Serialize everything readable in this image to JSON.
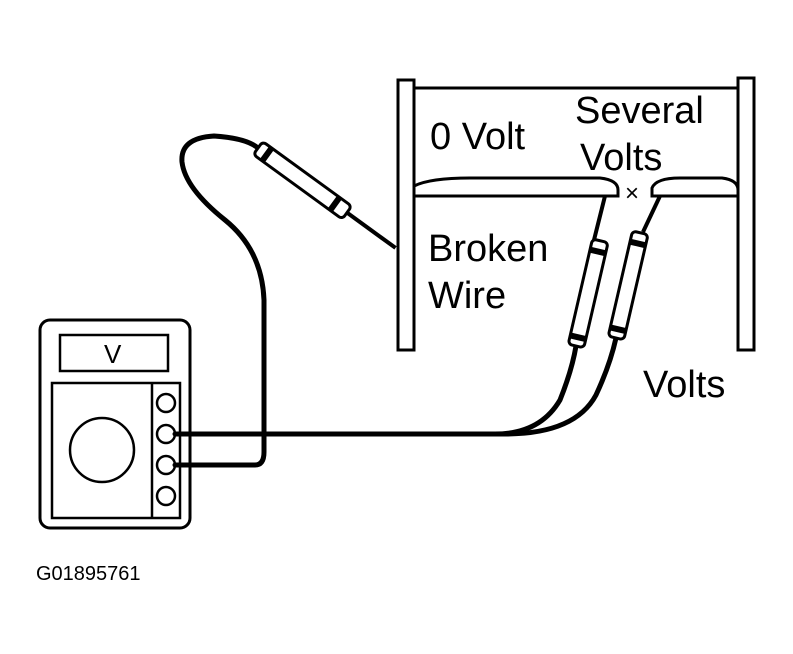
{
  "labels": {
    "zero_volt": "0 Volt",
    "several": "Several",
    "volts_upper": "Volts",
    "break_mark": "×",
    "broken": "Broken",
    "wire": "Wire",
    "volts_lower": "Volts",
    "meter_display": "V",
    "figure_code": "G01895761"
  }
}
